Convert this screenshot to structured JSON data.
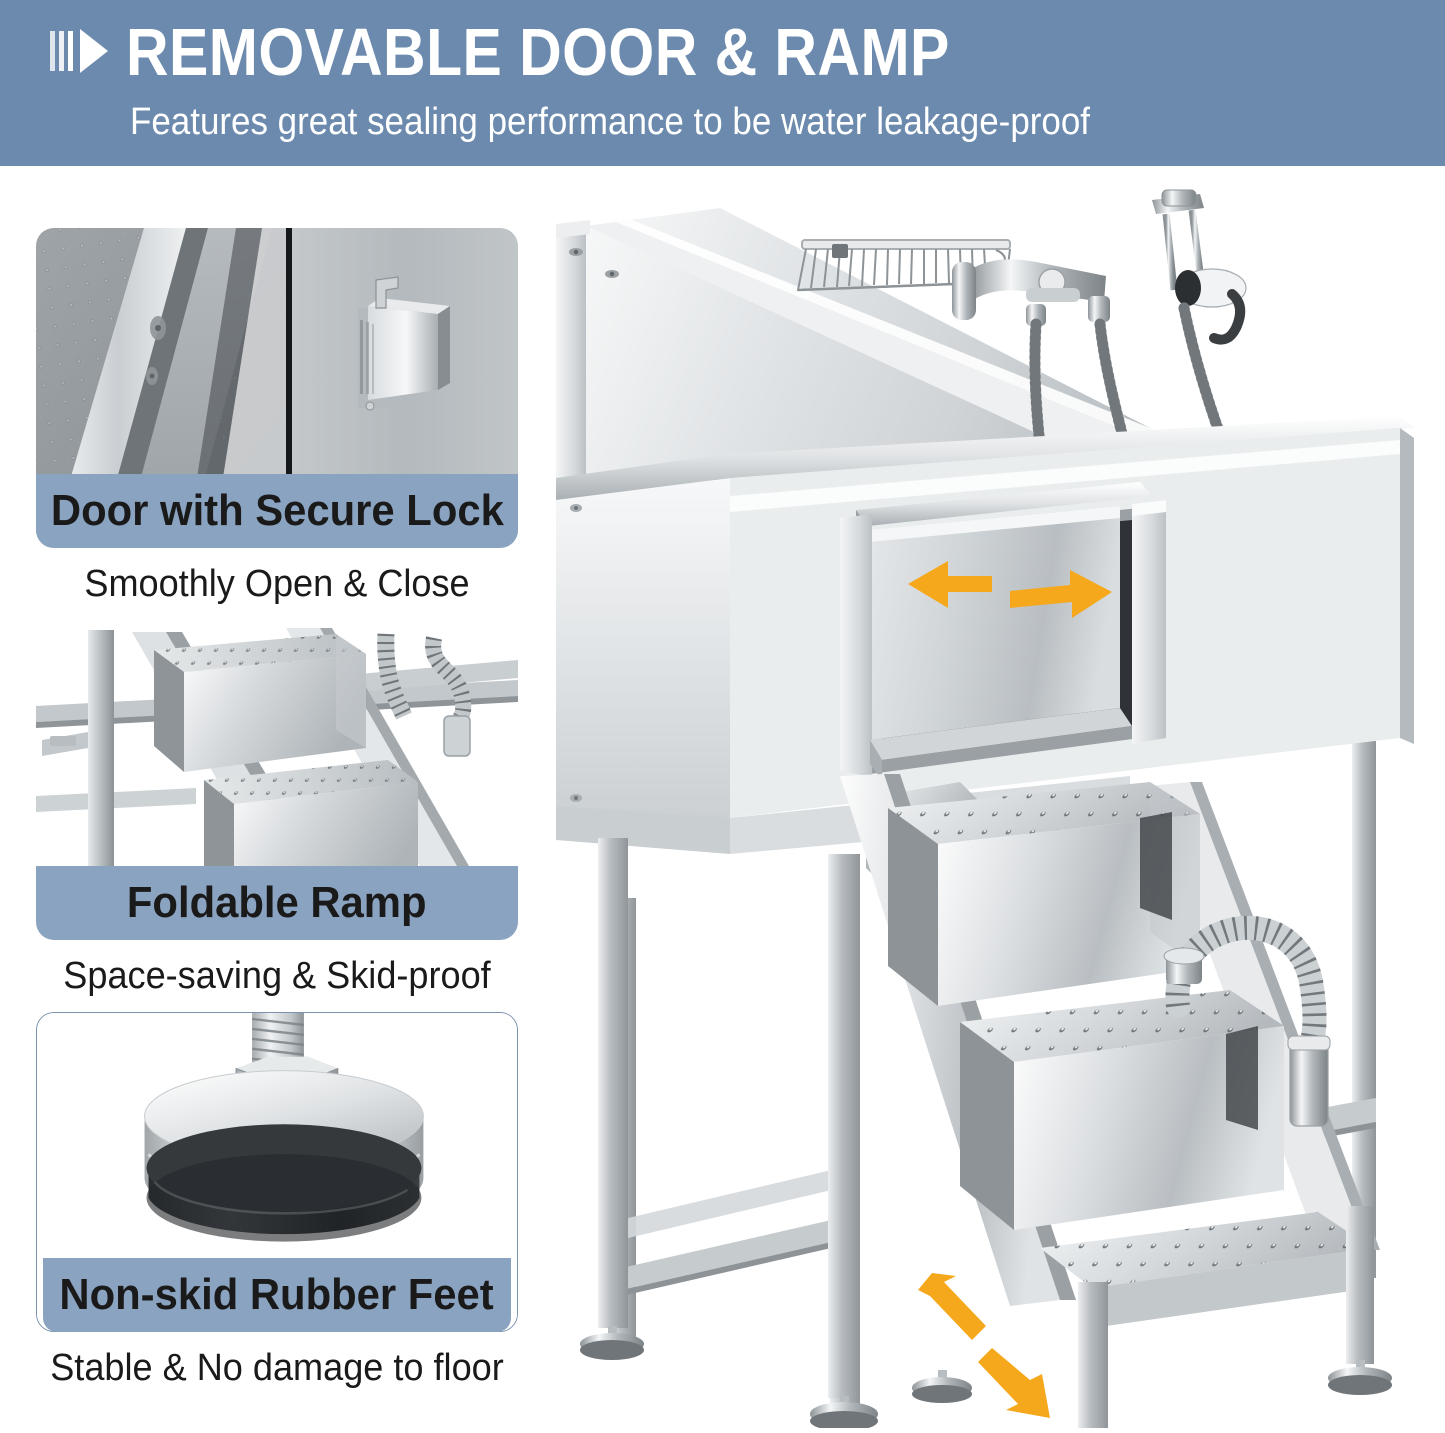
{
  "header": {
    "icon": "play-bars-icon",
    "title": "REMOVABLE DOOR & RAMP",
    "subtitle": "Features great sealing performance to be water leakage-proof",
    "bg_color": "#6b8aad",
    "text_color": "#ffffff"
  },
  "features": [
    {
      "id": "door-lock",
      "caption": "Door with Secure Lock",
      "subtext": "Smoothly Open & Close",
      "photo_alt": "close-up of tub door frame and secure latch lock",
      "caption_bg": "#8aa3c0"
    },
    {
      "id": "foldable-ramp",
      "caption": "Foldable Ramp",
      "subtext": "Space-saving & Skid-proof",
      "photo_alt": "stainless steel foldable ramp with perforated steps and drain hose",
      "caption_bg": "#8aa3c0"
    },
    {
      "id": "rubber-feet",
      "caption": "Non-skid Rubber Feet",
      "subtext": "Stable & No damage to floor",
      "photo_alt": "adjustable leveling foot with hex nut and black rubber pad",
      "caption_bg": "#8aa3c0"
    }
  ],
  "product": {
    "alt": "stainless steel dog grooming bath tub with sliding door and foldable ramp steps",
    "arrow_color": "#f5a81c",
    "annotations": [
      {
        "id": "door-slide-arrow",
        "type": "double-arrow-horizontal",
        "label": ""
      },
      {
        "id": "ramp-extend-arrow",
        "type": "double-arrow-diagonal",
        "label": ""
      }
    ],
    "parts": [
      "backsplash",
      "wire-shelf",
      "faucet",
      "sprayer-hose",
      "sprayer-holder",
      "tub-basin",
      "sliding-door",
      "leg-frame",
      "cross-brace",
      "leveling-feet",
      "ramp-step-upper",
      "ramp-step-lower",
      "ramp-platform",
      "drain-hose"
    ]
  },
  "colors": {
    "steel_light": "#f2f3f4",
    "steel_mid": "#cfd2d5",
    "steel_dark": "#9aa0a5",
    "steel_shadow": "#6d7377",
    "basin_dark": "#4c5156",
    "accent_orange": "#f5a81c",
    "panel_border": "#7b93ad"
  }
}
